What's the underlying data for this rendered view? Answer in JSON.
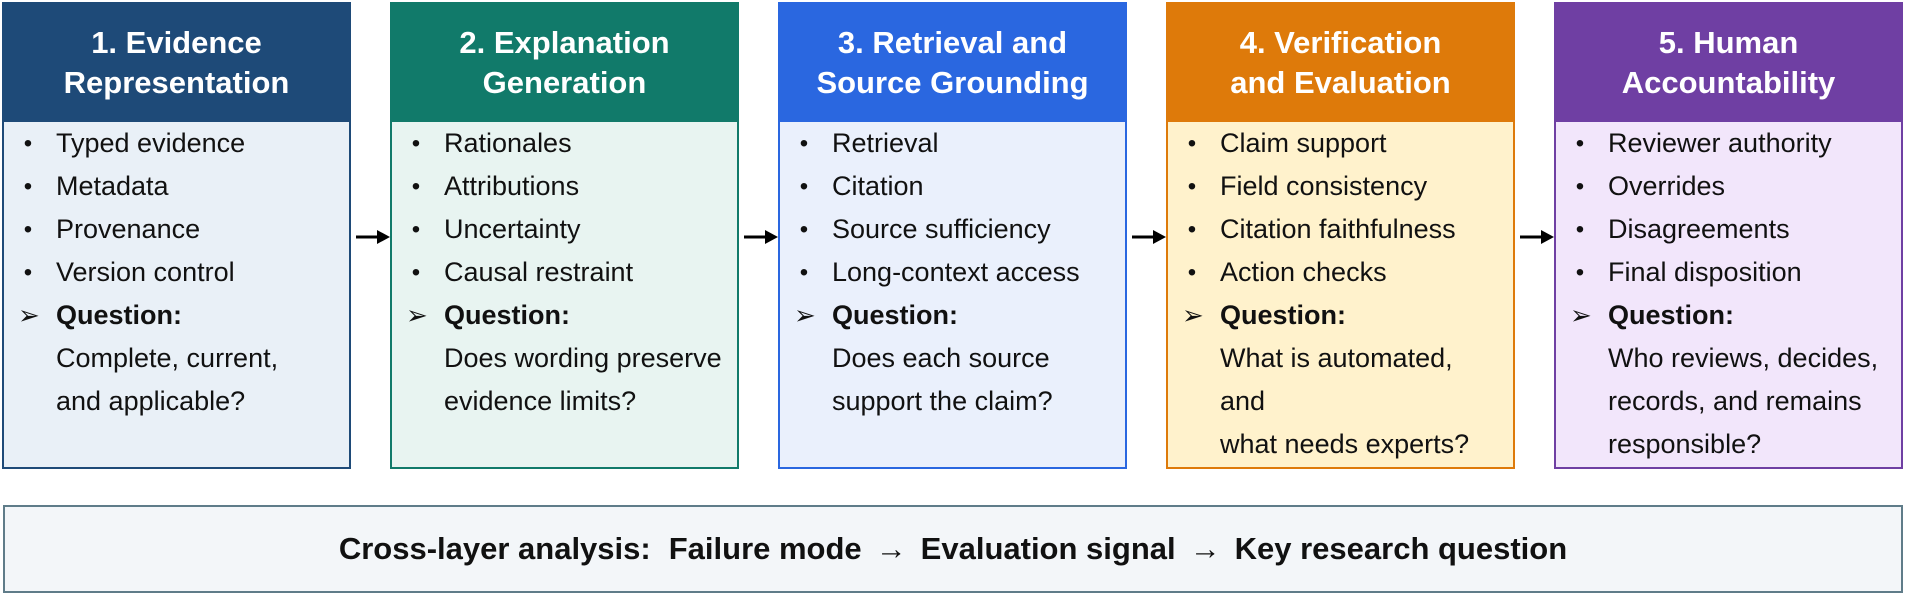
{
  "colors": {
    "stage1": {
      "head": "#1e4a78",
      "border": "#1e4a78",
      "body": "#e9f0f7"
    },
    "stage2": {
      "head": "#117a6a",
      "border": "#117a6a",
      "body": "#e8f4f1"
    },
    "stage3": {
      "head": "#2a67e0",
      "border": "#2a67e0",
      "body": "#eaf0fc"
    },
    "stage4": {
      "head": "#de7a0a",
      "border": "#de7a0a",
      "body": "#fff2cc"
    },
    "stage5": {
      "head": "#6f3fa3",
      "border": "#6f3fa3",
      "body": "#f2e6fb"
    }
  },
  "stages": [
    {
      "title": "1. Evidence\nRepresentation",
      "items": [
        "Typed evidence",
        "Metadata",
        "Provenance",
        "Version control"
      ],
      "question_label": "Question:",
      "question_lines": [
        "Complete, current,",
        "and applicable?"
      ]
    },
    {
      "title": "2. Explanation\nGeneration",
      "items": [
        "Rationales",
        "Attributions",
        "Uncertainty",
        "Causal restraint"
      ],
      "question_label": "Question:",
      "question_lines": [
        "Does wording preserve",
        "evidence limits?"
      ]
    },
    {
      "title": "3. Retrieval and\nSource Grounding",
      "items": [
        "Retrieval",
        "Citation",
        "Source sufficiency",
        "Long-context access"
      ],
      "question_label": "Question:",
      "question_lines": [
        "Does each source",
        "support the claim?"
      ]
    },
    {
      "title": "4. Verification\nand Evaluation",
      "items": [
        "Claim support",
        "Field consistency",
        "Citation faithfulness",
        "Action checks"
      ],
      "question_label": "Question:",
      "question_lines": [
        "What is automated, and",
        "what needs experts?"
      ]
    },
    {
      "title": "5. Human\nAccountability",
      "items": [
        "Reviewer authority",
        "Overrides",
        "Disagreements",
        "Final disposition"
      ],
      "question_label": "Question:",
      "question_lines": [
        "Who reviews, decides,",
        "records, and remains",
        "responsible?"
      ]
    }
  ],
  "footer": {
    "lead": "Cross-layer analysis:",
    "step1": "Failure mode",
    "step2": "Evaluation signal",
    "step3": "Key research question",
    "arrow": "→"
  }
}
